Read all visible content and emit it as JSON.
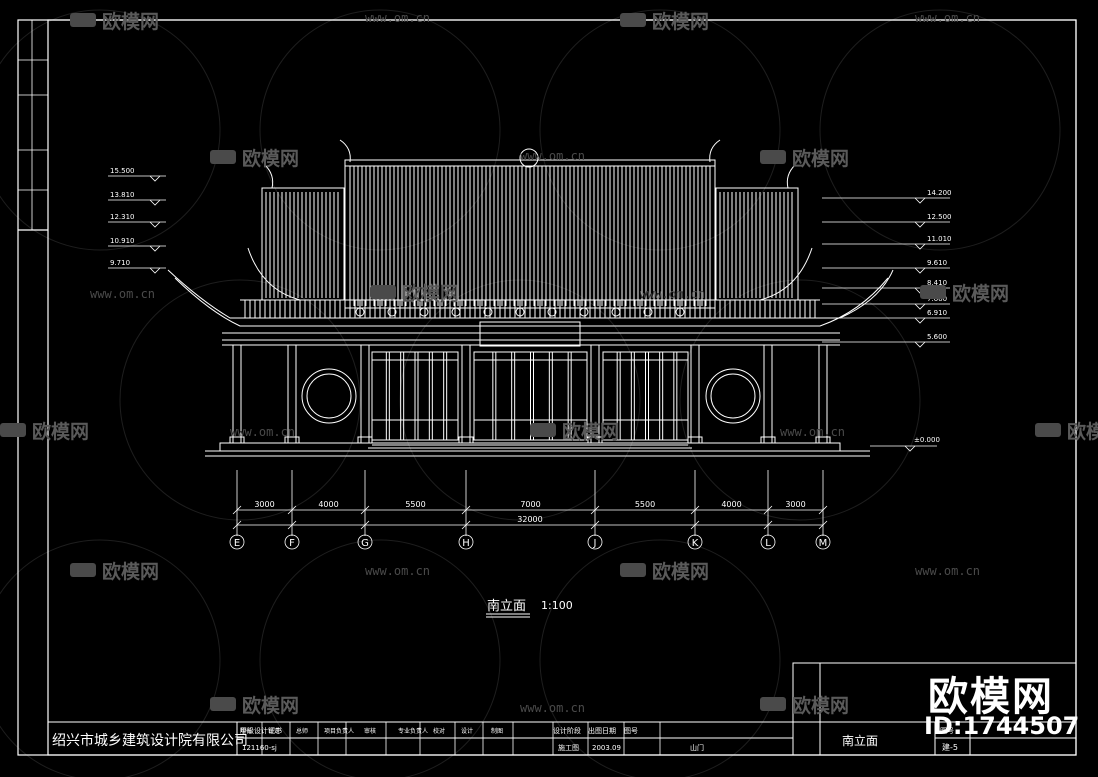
{
  "drawing": {
    "title": "南立面",
    "scale": "1:100",
    "overall_dim": "32000",
    "datum": "±0.000",
    "bay_dims": [
      "3000",
      "4000",
      "5500",
      "7000",
      "5500",
      "4000",
      "3000"
    ],
    "axis_labels": [
      "E",
      "F",
      "G",
      "H",
      "J",
      "K",
      "L",
      "M"
    ],
    "left_elevations": [
      "15.500",
      "13.810",
      "12.310",
      "10.910",
      "9.710"
    ],
    "right_elevations": [
      "14.200",
      "12.500",
      "11.010",
      "9.610",
      "8.410",
      "7.660",
      "6.910",
      "5.600"
    ]
  },
  "title_block": {
    "company": "绍兴市城乡建筑设计院有限公司",
    "cert_label": "甲级设计证书",
    "cert_no": "121160-sj",
    "headers": [
      "院长",
      "审定",
      "总师",
      "项目负责人",
      "审核",
      "专业负责人",
      "校对",
      "设计",
      "制图"
    ],
    "proj_label": "设计阶段",
    "proj_value": "施工图",
    "date_label": "出图日期",
    "date_value": "2003.09",
    "unit_label": "图号",
    "unit_value": "",
    "drawing_name": "南立面",
    "sheet_label": "图号",
    "sheet_value": "建-5",
    "sub_label": "山门"
  },
  "watermark": {
    "brand": "欧模网",
    "url": "www.om.cn",
    "logo_text": "欧模网",
    "id_text": "ID:1744507"
  }
}
